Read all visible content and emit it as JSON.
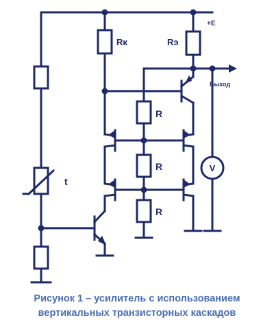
{
  "diagram": {
    "labels": {
      "rk": "Rк",
      "re": "Rэ",
      "supply": "+E",
      "output": "Выход",
      "r1": "R",
      "r2": "R",
      "r3": "R",
      "thermistor": "t",
      "voltmeter": "V"
    },
    "colors": {
      "wire": "#1e2a68",
      "caption": "#4a6fb0"
    }
  },
  "caption": {
    "line1": "Рисунок 1 – усилитель с использованием",
    "line2": "вертикальных транзисторных каскадов"
  }
}
